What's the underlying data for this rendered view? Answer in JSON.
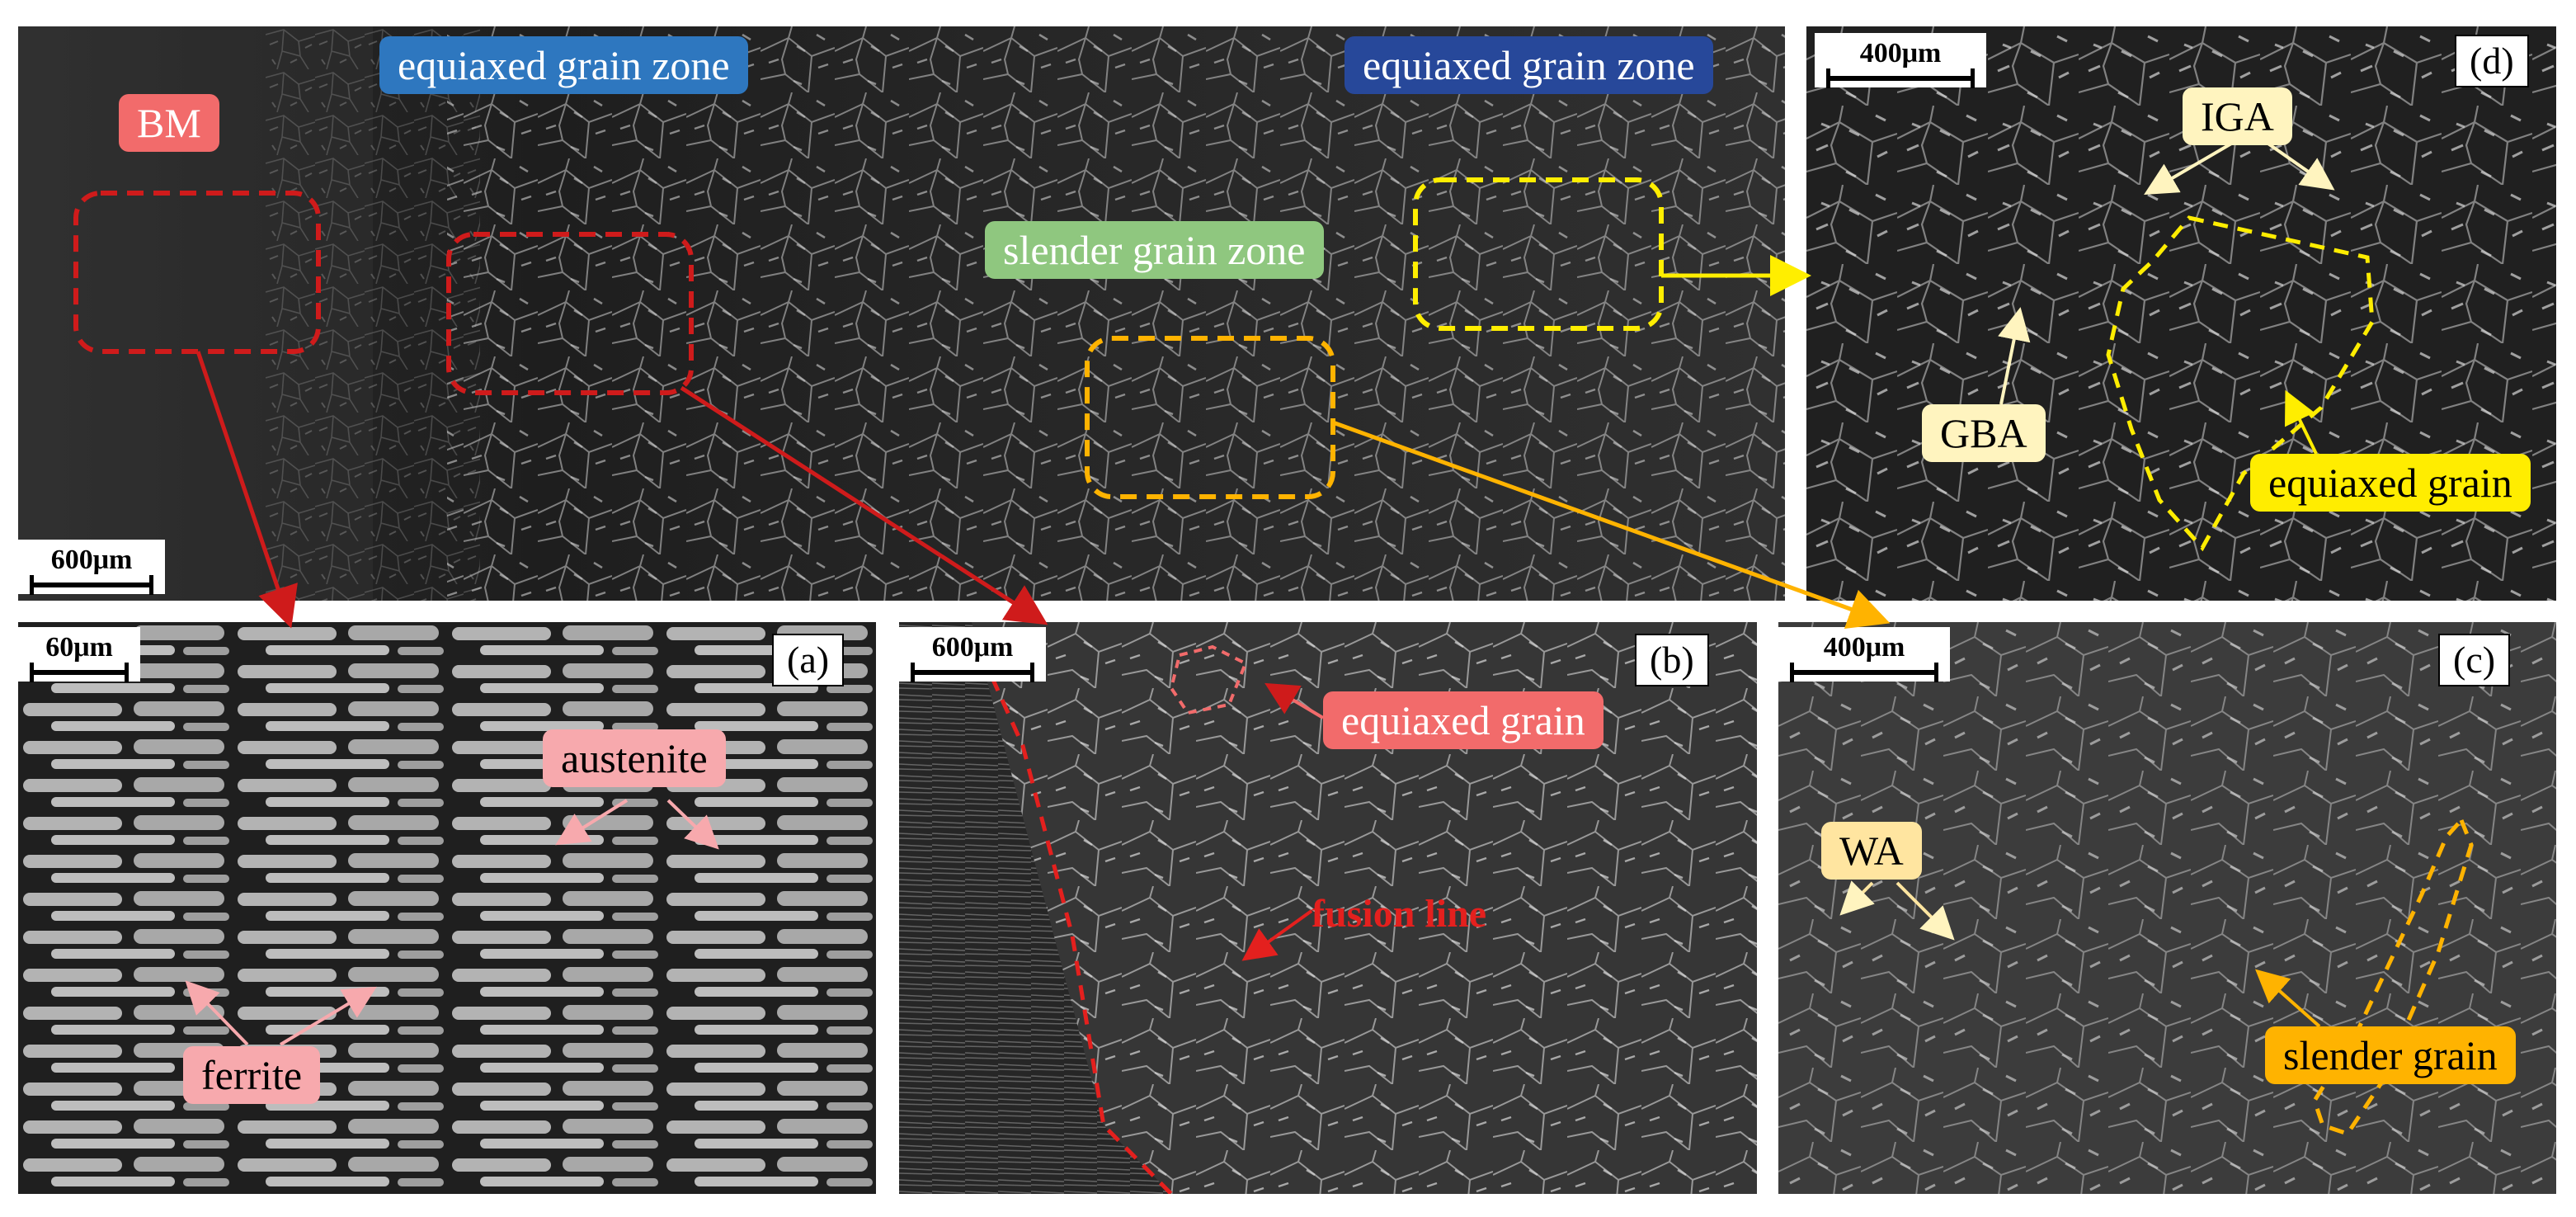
{
  "top_panel": {
    "labels": {
      "bm": "BM",
      "equiaxed_zone_left": "equiaxed grain zone",
      "equiaxed_zone_right": "equiaxed grain zone",
      "slender_zone": "slender grain zone"
    },
    "scalebar": "600μm"
  },
  "panel_a": {
    "letter": "(a)",
    "scalebar": "60μm",
    "labels": {
      "austenite": "austenite",
      "ferrite": "ferrite"
    }
  },
  "panel_b": {
    "letter": "(b)",
    "scalebar": "600μm",
    "labels": {
      "equiaxed_grain": "equiaxed grain",
      "fusion_line": "fusion line"
    }
  },
  "panel_c": {
    "letter": "(c)",
    "scalebar": "400μm",
    "labels": {
      "wa": "WA",
      "slender_grain": "slender grain"
    }
  },
  "panel_d": {
    "letter": "(d)",
    "scalebar": "400μm",
    "labels": {
      "iga": "IGA",
      "gba": "GBA",
      "equiaxed_grain": "equiaxed grain"
    }
  },
  "colors": {
    "bm_label": "#f26b6b",
    "equiaxed_left_label": "#2e77bf",
    "equiaxed_right_label": "#27489a",
    "slender_label": "#8fc77f",
    "red_box": "#cf1b1b",
    "yellow_box": "#ffee00",
    "orange_box": "#ffb300",
    "pink_label": "#f7a9ad",
    "cream_label": "#fff4bf",
    "yellow_label": "#ffed00",
    "orange_label": "#ffb300",
    "fusion_line": "#e4201e"
  }
}
